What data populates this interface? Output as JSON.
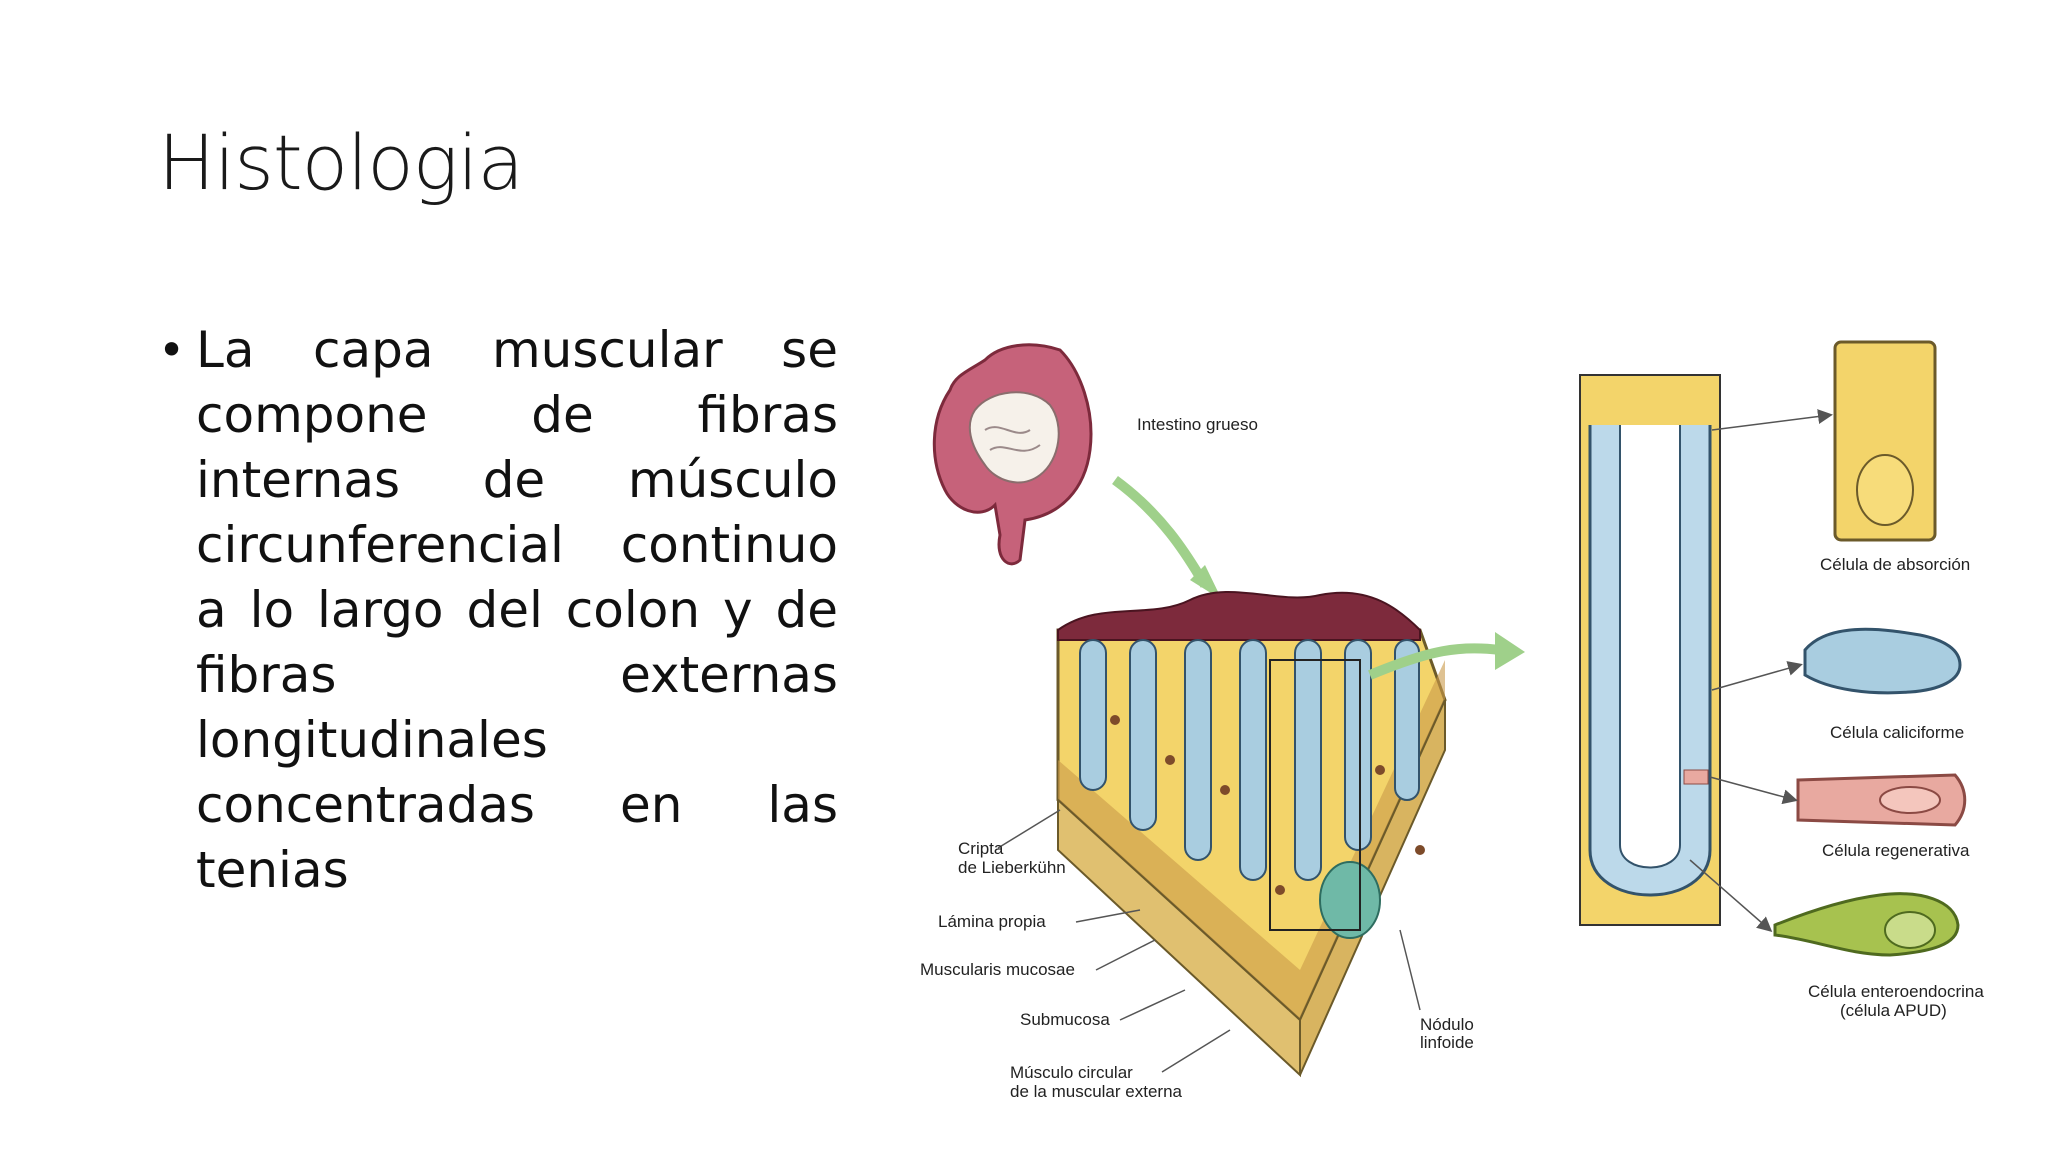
{
  "slide": {
    "title": "Histologia",
    "bullet": "La capa muscular se compone de fibras internas de músculo circunferencial continuo a lo largo del colon y de fibras externas longitudinales concentradas en las tenias"
  },
  "figure": {
    "labels": {
      "intestino": "Intestino grueso",
      "cripta_1": "Cripta",
      "cripta_2": "de Lieberkühn",
      "lamina": "Lámina propia",
      "muscularis": "Muscularis mucosae",
      "submucosa": "Submucosa",
      "musculo_1": "Músculo circular",
      "musculo_2": "de la muscular externa",
      "nodulo_1": "Nódulo",
      "nodulo_2": "linfoide",
      "absorcion": "Célula de absorción",
      "caliciforme": "Célula caliciforme",
      "regenerativa": "Célula regenerativa",
      "entero_1": "Célula enteroendocrina",
      "entero_2": "(célula APUD)"
    }
  },
  "colors": {
    "tissue_yellow": "#f3d46a",
    "mucosa_maroon": "#7d2a3c",
    "crypt_blue": "#a9cde0",
    "arrow_green": "#9fd08a",
    "regen_pink": "#e8a9a0",
    "entero_green": "#a7c24f"
  }
}
